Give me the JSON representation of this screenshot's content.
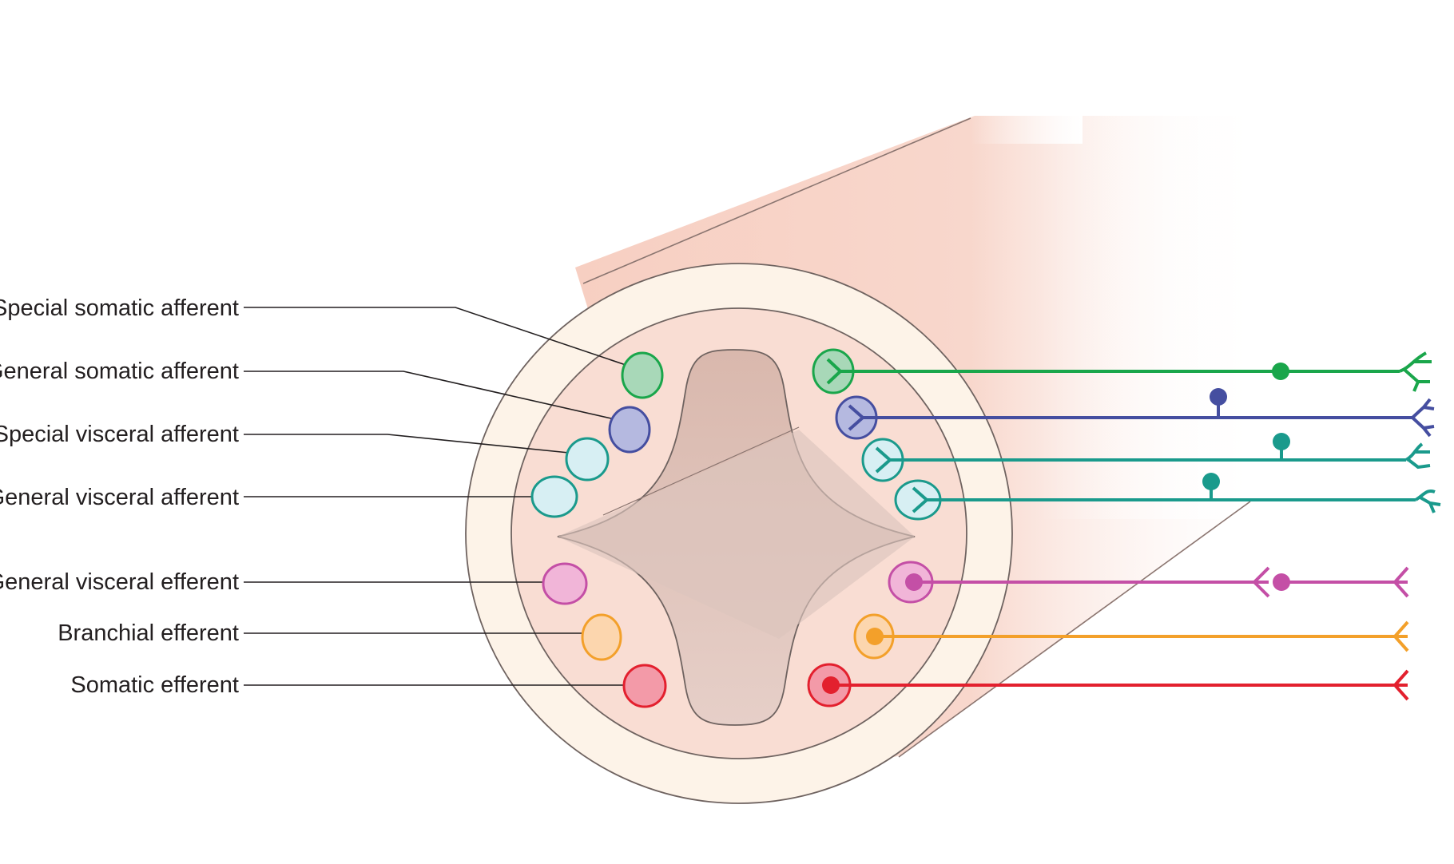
{
  "labels": {
    "special_somatic_afferent": "Special somatic afferent",
    "general_somatic_afferent": "General somatic afferent",
    "special_visceral_afferent": "Special visceral afferent",
    "general_visceral_afferent": "General visceral afferent",
    "general_visceral_efferent": "General visceral efferent",
    "branchial_efferent": "Branchial efferent",
    "somatic_efferent": "Somatic efferent"
  },
  "colors": {
    "special_somatic_afferent": "#1aa64b",
    "general_somatic_afferent": "#454ea0",
    "special_visceral_afferent": "#1a9a8c",
    "general_visceral_afferent": "#1a9a8c",
    "general_visceral_efferent": "#c44fa6",
    "branchial_efferent": "#f3a02a",
    "somatic_efferent": "#e3202e"
  }
}
